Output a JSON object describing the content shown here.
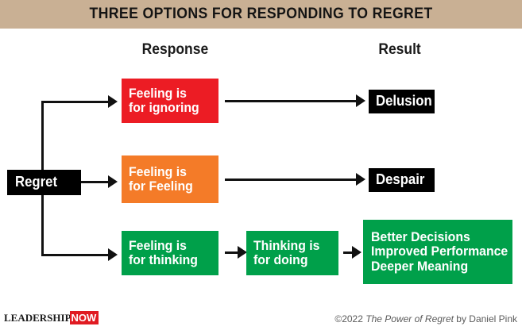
{
  "header": {
    "title": "THREE OPTIONS FOR RESPONDING TO REGRET",
    "band_color": "#c9b094"
  },
  "columns": {
    "response_label": "Response",
    "result_label": "Result"
  },
  "source": {
    "label": "Regret"
  },
  "rows": [
    {
      "id": "ignoring",
      "response_line1": "Feeling is",
      "response_line2": "for ignoring",
      "response_color": "#ec1c24",
      "result_label": "Delusion",
      "result_color": "#000000"
    },
    {
      "id": "feeling",
      "response_line1": "Feeling is",
      "response_line2": "for Feeling",
      "response_color": "#f47b28",
      "result_label": "Despair",
      "result_color": "#000000"
    },
    {
      "id": "thinking",
      "response_line1": "Feeling is",
      "response_line2": "for thinking",
      "response_color": "#00a04a",
      "middle_line1": "Thinking is",
      "middle_line2": "for doing",
      "middle_color": "#00a04a",
      "result_line1": "Better Decisions",
      "result_line2": "Improved Performance",
      "result_line3": "Deeper Meaning",
      "result_color": "#00a04a"
    }
  ],
  "footer": {
    "logo_primary": "LEADERSHIP",
    "logo_accent": "NOW",
    "logo_accent_color": "#e01b22",
    "credit_prefix": "©2022 ",
    "credit_title": "The Power of Regret",
    "credit_suffix": " by Daniel Pink"
  }
}
